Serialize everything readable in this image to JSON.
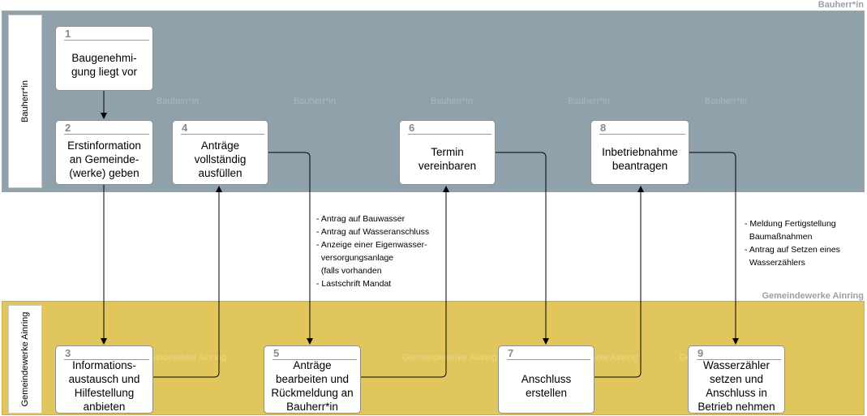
{
  "lanes": {
    "top": {
      "label": "Bauherr*in",
      "tag": "Bauherr*in",
      "watermark": "Bauherr*in"
    },
    "bottom": {
      "label": "Gemeindewerke Ainring",
      "tag": "Gemeindewerke Ainring",
      "watermark": "Gemeindewerke Ainring"
    }
  },
  "steps": [
    {
      "num": "1",
      "text": "Baugenehmi-\ngung liegt vor"
    },
    {
      "num": "2",
      "text": "Erstinformation\nan Gemeinde-\n(werke) geben"
    },
    {
      "num": "3",
      "text": "Informations-\naustausch und\nHilfestellung\nanbieten"
    },
    {
      "num": "4",
      "text": "Anträge\nvollständig\nausfüllen"
    },
    {
      "num": "5",
      "text": "Anträge\nbearbeiten und\nRückmeldung an\nBauherr*in"
    },
    {
      "num": "6",
      "text": "Termin\nvereinbaren"
    },
    {
      "num": "7",
      "text": "Anschluss\nerstellen"
    },
    {
      "num": "8",
      "text": "Inbetriebnahme\nbeantragen"
    },
    {
      "num": "9",
      "text": "Wasserzähler\nsetzen und\nAnschluss in\nBetrieb nehmen"
    }
  ],
  "notes": {
    "antraege": "- Antrag auf Bauwasser\n- Antrag auf Wasseranschluss\n- Anzeige einer Eigenwasser-\n  versorgungsanlage\n  (falls vorhanden\n- Lastschrift Mandat",
    "inbetrieb": "- Meldung Fertigstellung\n  Baumaßnahmen\n- Antrag auf Setzen eines\n  Wasserzählers"
  },
  "colors": {
    "top_lane": "#8fa2ab",
    "bottom_lane": "#e1c65e",
    "connector": "#000000"
  }
}
